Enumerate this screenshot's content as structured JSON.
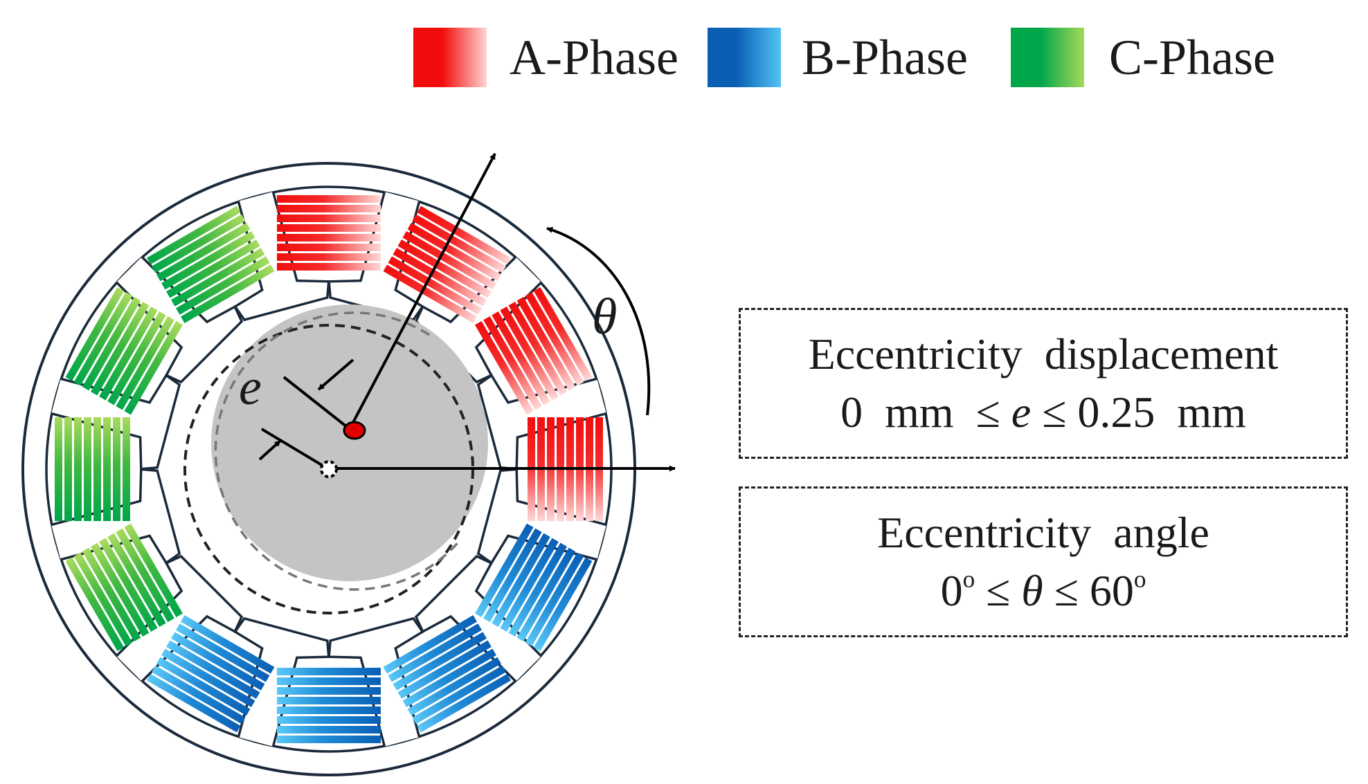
{
  "legend": {
    "items": [
      {
        "label": "A-Phase",
        "color_start": "#f20d0d",
        "color_end": "#ffd4d4"
      },
      {
        "label": "B-Phase",
        "color_start": "#0a5fb4",
        "color_end": "#52c4f5"
      },
      {
        "label": "C-Phase",
        "color_start": "#00a64a",
        "color_end": "#a6d95a"
      }
    ]
  },
  "diagram": {
    "theta_symbol": "θ",
    "e_symbol": "e",
    "rotor_color": "#c4c4c4",
    "offset_marker_color": "#e00000"
  },
  "box_displacement": {
    "line1": "Eccentricity  displacement",
    "line2_prefix": "0  mm  ≤ ",
    "line2_var": "e",
    "line2_suffix": " ≤ 0.25  mm"
  },
  "box_angle": {
    "line1": "Eccentricity  angle",
    "line2_lo": "0",
    "deg_symbol": "o",
    "line2_mid": " ≤ ",
    "line2_var": "θ",
    "line2_mid2": " ≤ ",
    "line2_hi": "60"
  }
}
